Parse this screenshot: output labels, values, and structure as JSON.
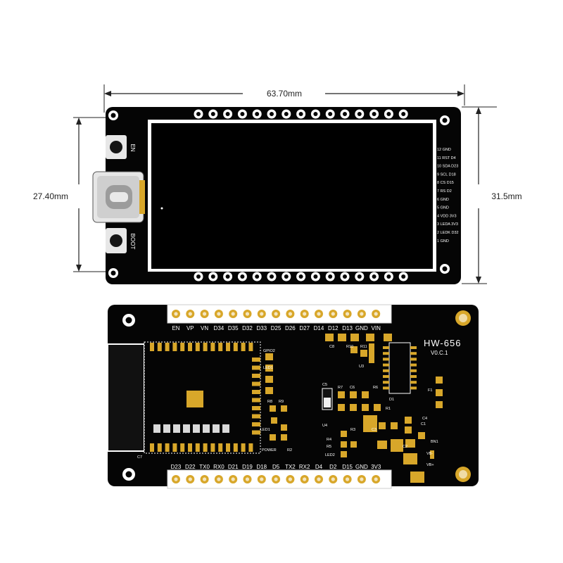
{
  "dimensions": {
    "width": "63.70mm",
    "height_left": "27.40mm",
    "height_right": "31.5mm"
  },
  "front": {
    "buttons": {
      "en": "EN",
      "boot": "BOOT"
    },
    "pin_labels": [
      "12 GND",
      "11 RST D4",
      "10 SDA D23",
      "9 SCL D18",
      "8 CS D15",
      "7 RS D2",
      "6 GND",
      "5 GND",
      "4 VDD 3V3",
      "3 LEDA 3V3",
      "2 LEDK D32",
      "1 GND"
    ]
  },
  "back": {
    "top_pins": [
      "EN",
      "VP",
      "VN",
      "D34",
      "D35",
      "D32",
      "D33",
      "D25",
      "D26",
      "D27",
      "D14",
      "D12",
      "D13",
      "GND",
      "VIN"
    ],
    "bottom_pins": [
      "D23",
      "D22",
      "TX0",
      "RX0",
      "D21",
      "D19",
      "D18",
      "D5",
      "TX2",
      "RX2",
      "D4",
      "D2",
      "D15",
      "GND",
      "3V3"
    ],
    "model": "HW-656",
    "version": "V0.C.1",
    "silkscreen": [
      "GPIO2",
      "LED1",
      "R8",
      "R9",
      "LED1",
      "POWER",
      "R2",
      "C8",
      "R10",
      "R11",
      "U3",
      "C5",
      "R7",
      "C6",
      "R6",
      "U4",
      "R3",
      "C2",
      "C1",
      "R5",
      "R4",
      "LED2",
      "R1",
      "D1",
      "C7",
      "F1",
      "BN1",
      "VB-",
      "VB+",
      "C3",
      "C4"
    ]
  },
  "colors": {
    "pcb": "#050505",
    "gold": "#d8a72a",
    "silk": "#ffffff",
    "dimension": "#222222"
  }
}
